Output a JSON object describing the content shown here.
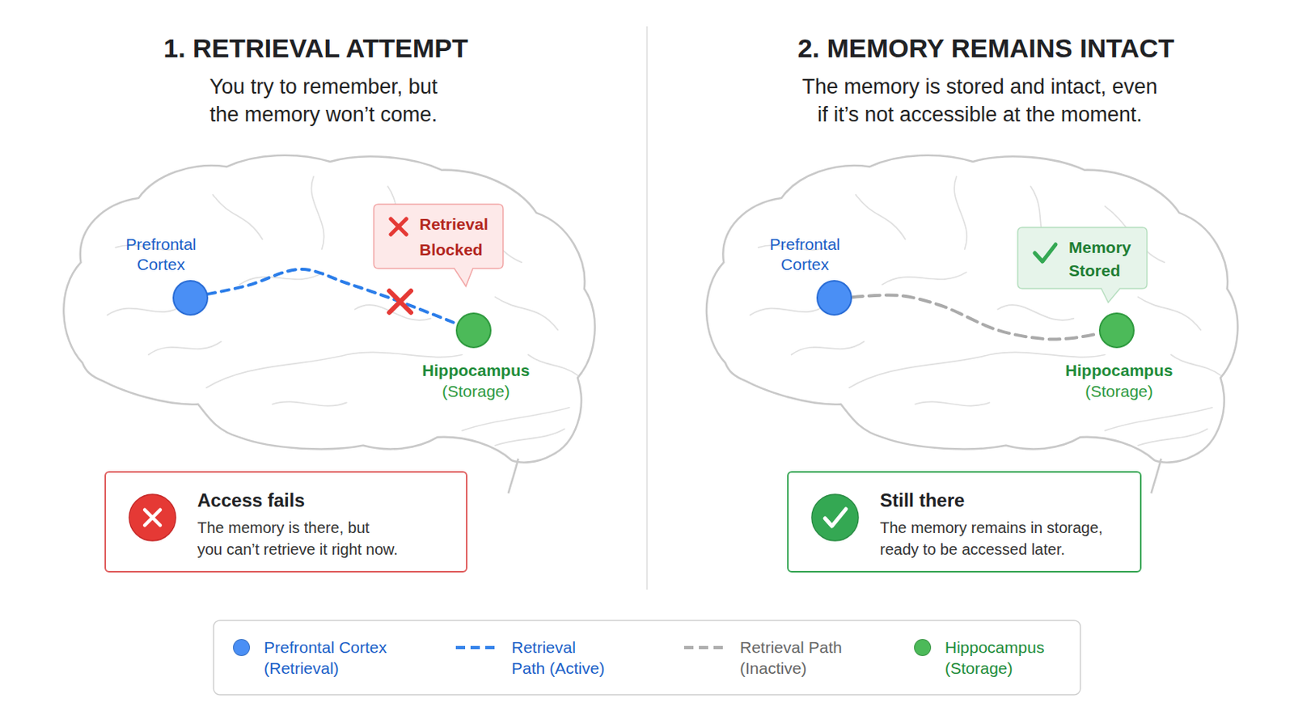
{
  "diagram": {
    "nodes": [
      {
        "text": [
          "Prefrontal Cortex"
        ]
      },
      {
        "text": [
          "Retrieval Blocked"
        ]
      },
      {
        "text": [
          "Hippocampus",
          "(Storage)"
        ]
      },
      {
        "text": [
          "Access fails",
          "The memory is there, but you can’t retrieve it right now."
        ]
      },
      {
        "text": [
          "Prefrontal Cortex"
        ]
      },
      {
        "text": [
          "Memory Stored"
        ]
      },
      {
        "text": [
          "Hippocampus",
          "(Storage)"
        ]
      },
      {
        "text": [
          "Still there",
          "The memory remains in storage, ready to be accessed later."
        ]
      }
    ],
    "edges": [
      {
        "from": 0,
        "to": 2,
        "arrow": "none"
      },
      {
        "from": 4,
        "to": 6,
        "arrow": "none"
      }
    ],
    "labels": [
      "1. RETRIEVAL ATTEMPT",
      "You try to remember, but the memory won’t come.",
      "2. MEMORY REMAINS INTACT",
      "The memory is stored and intact, even if it’s not accessible at the moment."
    ],
    "legend": [
      {
        "text": "Prefrontal Cortex (Retrieval)",
        "color": "#4a8ff5"
      },
      {
        "text": "Retrieval Path (Active)"
      },
      {
        "text": "Retrieval Path (Inactive)"
      },
      {
        "text": "Hippocampus (Storage)",
        "color": "#4cba59"
      }
    ]
  }
}
